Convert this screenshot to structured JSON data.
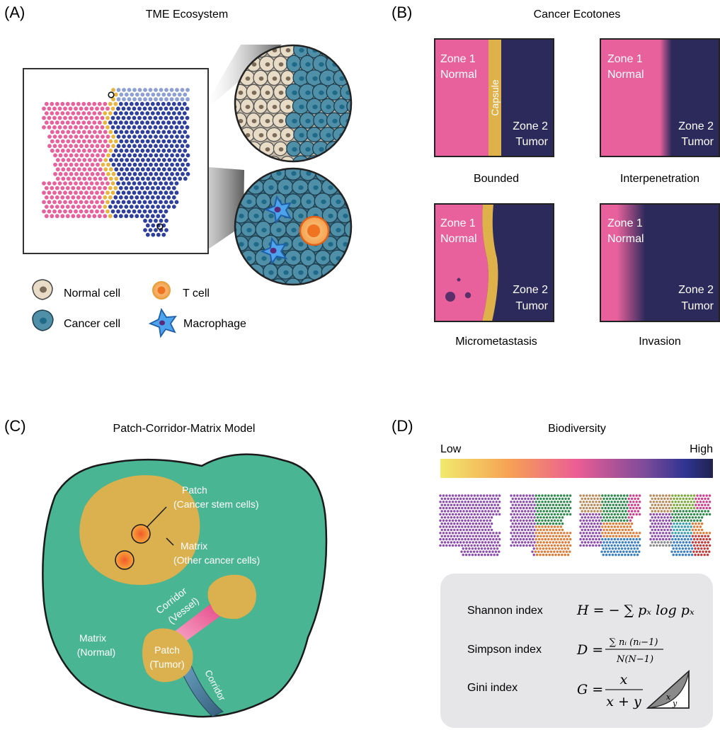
{
  "panels": {
    "a": {
      "label": "(A)",
      "title": "TME Ecosystem"
    },
    "b": {
      "label": "(B)",
      "title": "Cancer Ecotones"
    },
    "c": {
      "label": "(C)",
      "title": "Patch-Corridor-Matrix Model"
    },
    "d": {
      "label": "(D)",
      "title": "Biodiversity"
    }
  },
  "legend_a": {
    "normal": "Normal cell",
    "tcell": "T cell",
    "cancer": "Cancer cell",
    "macro": "Macrophage"
  },
  "ecotones": {
    "zone1": "Zone 1",
    "normal": "Normal",
    "zone2": "Zone 2",
    "tumor": "Tumor",
    "capsule": "Capsule",
    "bounded": "Bounded",
    "interpenetration": "Interpenetration",
    "micrometastasis": "Micrometastasis",
    "invasion": "Invasion"
  },
  "pcm": {
    "patch_csc_1": "Patch",
    "patch_csc_2": "(Cancer stem cells)",
    "matrix_other_1": "Matrix",
    "matrix_other_2": "(Other cancer cells)",
    "corridor_vessel_1": "Corridor",
    "corridor_vessel_2": "(Vessel)",
    "matrix_normal_1": "Matrix",
    "matrix_normal_2": "(Normal)",
    "patch_tumor_1": "Patch",
    "patch_tumor_2": "(Tumor)",
    "corridor": "Corridor"
  },
  "diversity": {
    "low": "Low",
    "high": "High",
    "shannon": "Shannon index",
    "simpson": "Simpson index",
    "gini": "Gini index",
    "shannon_formula": "H = − ∑ pₓ log pₓ",
    "simpson_num": "∑ nᵢ (nᵢ−1)",
    "simpson_den": "N(N−1)",
    "gini_num": "x",
    "gini_den": "x + y"
  },
  "colors": {
    "normal_pink": "#e8619c",
    "tumor_navy": "#2b2a5b",
    "capsule_gold": "#dfb14a",
    "matrix_green": "#49b592",
    "patch_gold": "#dbb04f",
    "cancer_teal": "#4f8fa8",
    "normal_beige": "#e8dcc6",
    "tcell_orange": "#f29a3a",
    "macro_blue": "#3d8bd9"
  }
}
